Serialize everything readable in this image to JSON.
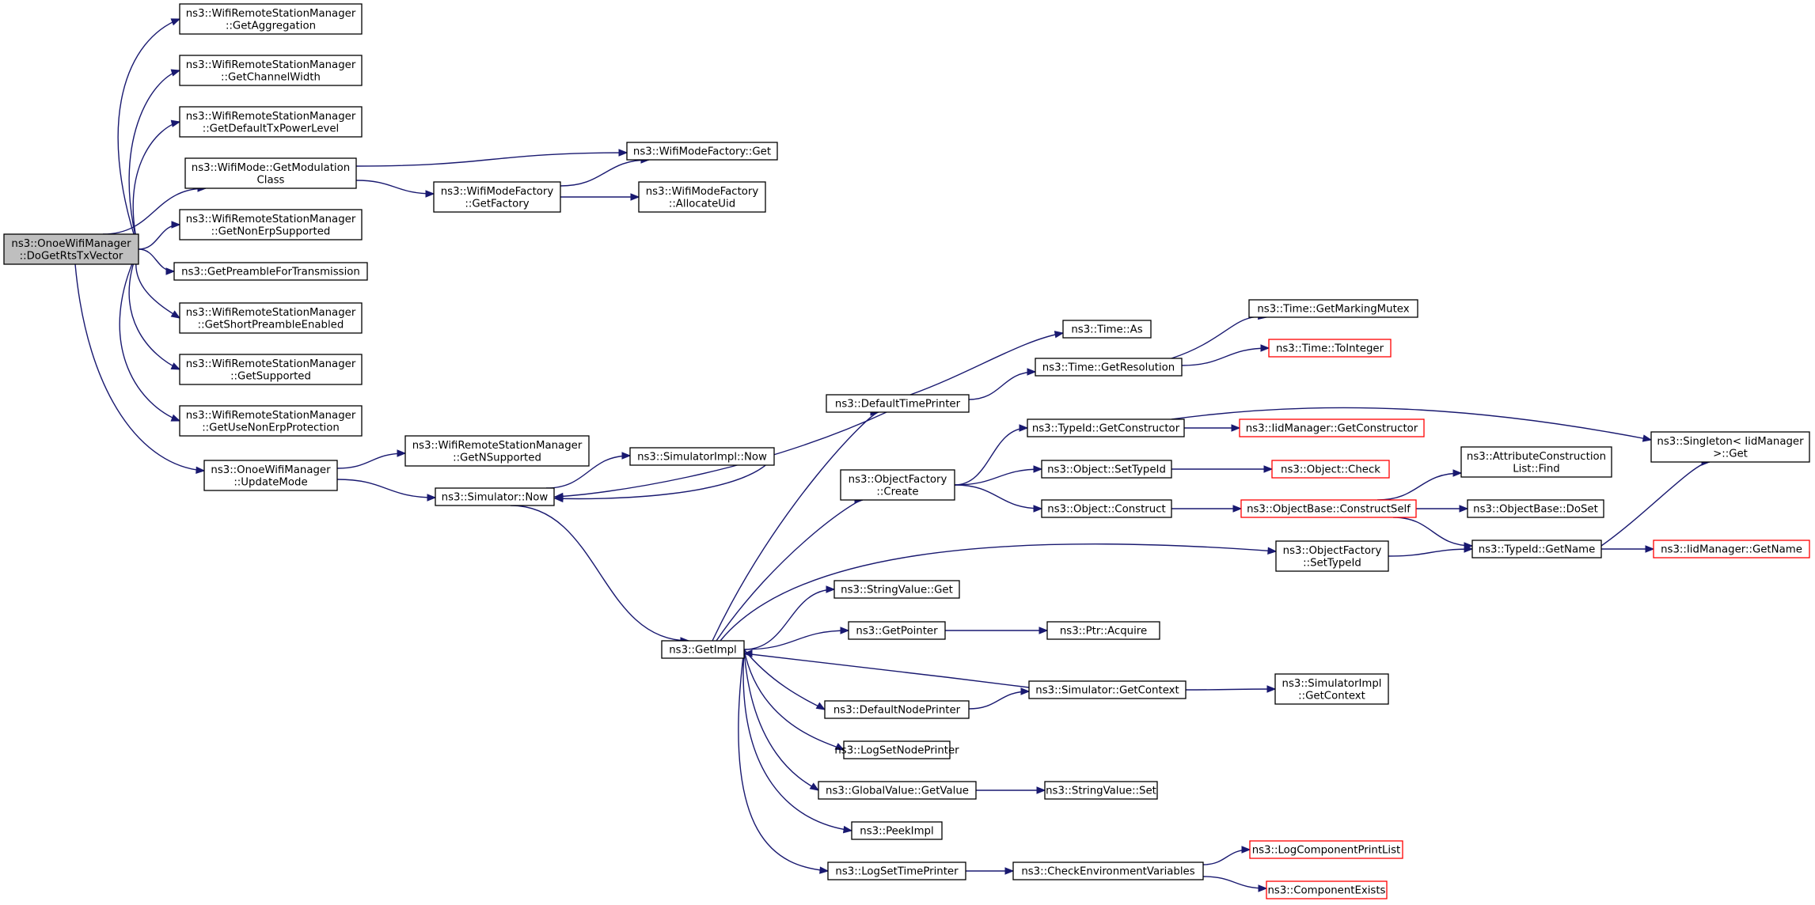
{
  "graph": {
    "root": "n0",
    "nodes": {
      "n0": {
        "lines": [
          "ns3::OnoeWifiManager",
          "::DoGetRtsTxVector"
        ]
      },
      "n1": {
        "lines": [
          "ns3::WifiRemoteStationManager",
          "::GetAggregation"
        ]
      },
      "n2": {
        "lines": [
          "ns3::WifiRemoteStationManager",
          "::GetChannelWidth"
        ]
      },
      "n3": {
        "lines": [
          "ns3::WifiRemoteStationManager",
          "::GetDefaultTxPowerLevel"
        ]
      },
      "n4": {
        "lines": [
          "ns3::WifiMode::GetModulation",
          "Class"
        ]
      },
      "n5": {
        "lines": [
          "ns3::WifiRemoteStationManager",
          "::GetNonErpSupported"
        ]
      },
      "n6": {
        "lines": [
          "ns3::GetPreambleForTransmission"
        ]
      },
      "n7": {
        "lines": [
          "ns3::WifiRemoteStationManager",
          "::GetShortPreambleEnabled"
        ]
      },
      "n8": {
        "lines": [
          "ns3::WifiRemoteStationManager",
          "::GetSupported"
        ]
      },
      "n9": {
        "lines": [
          "ns3::WifiRemoteStationManager",
          "::GetUseNonErpProtection"
        ]
      },
      "n10": {
        "lines": [
          "ns3::OnoeWifiManager",
          "::UpdateMode"
        ]
      },
      "n11": {
        "lines": [
          "ns3::WifiModeFactory::Get"
        ]
      },
      "n12": {
        "lines": [
          "ns3::WifiModeFactory",
          "::GetFactory"
        ]
      },
      "n13": {
        "lines": [
          "ns3::WifiModeFactory",
          "::AllocateUid"
        ]
      },
      "n14": {
        "lines": [
          "ns3::WifiRemoteStationManager",
          "::GetNSupported"
        ]
      },
      "n15": {
        "lines": [
          "ns3::Simulator::Now"
        ]
      },
      "n16": {
        "lines": [
          "ns3::SimulatorImpl::Now"
        ]
      },
      "n17": {
        "lines": [
          "ns3::GetImpl"
        ]
      },
      "n18": {
        "lines": [
          "ns3::DefaultTimePrinter"
        ]
      },
      "n19": {
        "lines": [
          "ns3::Time::As"
        ]
      },
      "n20": {
        "lines": [
          "ns3::Time::GetResolution"
        ]
      },
      "n21": {
        "lines": [
          "ns3::Time::GetMarkingMutex"
        ]
      },
      "n22": {
        "lines": [
          "ns3::Time::ToInteger"
        ]
      },
      "n23": {
        "lines": [
          "ns3::ObjectFactory",
          "::Create"
        ]
      },
      "n24": {
        "lines": [
          "ns3::TypeId::GetConstructor"
        ]
      },
      "n25": {
        "lines": [
          "ns3::IidManager::GetConstructor"
        ]
      },
      "n26": {
        "lines": [
          "ns3::Singleton< IidManager",
          " >::Get"
        ]
      },
      "n27": {
        "lines": [
          "ns3::Object::SetTypeId"
        ]
      },
      "n28": {
        "lines": [
          "ns3::Object::Check"
        ]
      },
      "n29": {
        "lines": [
          "ns3::Object::Construct"
        ]
      },
      "n30": {
        "lines": [
          "ns3::ObjectBase::ConstructSelf"
        ]
      },
      "n31": {
        "lines": [
          "ns3::AttributeConstruction",
          "List::Find"
        ]
      },
      "n32": {
        "lines": [
          "ns3::ObjectBase::DoSet"
        ]
      },
      "n33": {
        "lines": [
          "ns3::TypeId::GetName"
        ]
      },
      "n34": {
        "lines": [
          "ns3::IidManager::GetName"
        ]
      },
      "n35": {
        "lines": [
          "ns3::ObjectFactory",
          "::SetTypeId"
        ]
      },
      "n36": {
        "lines": [
          "ns3::StringValue::Get"
        ]
      },
      "n37": {
        "lines": [
          "ns3::GetPointer"
        ]
      },
      "n38": {
        "lines": [
          "ns3::Ptr::Acquire"
        ]
      },
      "n39": {
        "lines": [
          "ns3::Simulator::GetContext"
        ]
      },
      "n40": {
        "lines": [
          "ns3::SimulatorImpl",
          "::GetContext"
        ]
      },
      "n41": {
        "lines": [
          "ns3::DefaultNodePrinter"
        ]
      },
      "n42": {
        "lines": [
          "ns3::LogSetNodePrinter"
        ]
      },
      "n43": {
        "lines": [
          "ns3::GlobalValue::GetValue"
        ]
      },
      "n44": {
        "lines": [
          "ns3::StringValue::Set"
        ]
      },
      "n45": {
        "lines": [
          "ns3::PeekImpl"
        ]
      },
      "n46": {
        "lines": [
          "ns3::LogSetTimePrinter"
        ]
      },
      "n47": {
        "lines": [
          "ns3::CheckEnvironmentVariables"
        ]
      },
      "n48": {
        "lines": [
          "ns3::LogComponentPrintList"
        ]
      },
      "n49": {
        "lines": [
          "ns3::ComponentExists"
        ]
      }
    },
    "truncated": [
      "n22",
      "n25",
      "n28",
      "n30",
      "n34",
      "n48",
      "n49"
    ],
    "edges": [
      [
        "n0",
        "n1"
      ],
      [
        "n0",
        "n2"
      ],
      [
        "n0",
        "n3"
      ],
      [
        "n0",
        "n4"
      ],
      [
        "n0",
        "n5"
      ],
      [
        "n0",
        "n6"
      ],
      [
        "n0",
        "n7"
      ],
      [
        "n0",
        "n8"
      ],
      [
        "n0",
        "n9"
      ],
      [
        "n0",
        "n10"
      ],
      [
        "n4",
        "n11"
      ],
      [
        "n4",
        "n12"
      ],
      [
        "n12",
        "n11"
      ],
      [
        "n12",
        "n13"
      ],
      [
        "n10",
        "n14"
      ],
      [
        "n10",
        "n15"
      ],
      [
        "n15",
        "n16"
      ],
      [
        "n16",
        "n15"
      ],
      [
        "n15",
        "n17"
      ],
      [
        "n17",
        "n18"
      ],
      [
        "n18",
        "n15"
      ],
      [
        "n18",
        "n19"
      ],
      [
        "n18",
        "n20"
      ],
      [
        "n20",
        "n21"
      ],
      [
        "n20",
        "n22"
      ],
      [
        "n17",
        "n23"
      ],
      [
        "n23",
        "n24"
      ],
      [
        "n24",
        "n25"
      ],
      [
        "n24",
        "n26"
      ],
      [
        "n23",
        "n27"
      ],
      [
        "n27",
        "n28"
      ],
      [
        "n23",
        "n29"
      ],
      [
        "n29",
        "n30"
      ],
      [
        "n30",
        "n31"
      ],
      [
        "n30",
        "n32"
      ],
      [
        "n30",
        "n33"
      ],
      [
        "n33",
        "n26"
      ],
      [
        "n33",
        "n34"
      ],
      [
        "n17",
        "n35"
      ],
      [
        "n35",
        "n33"
      ],
      [
        "n17",
        "n36"
      ],
      [
        "n17",
        "n37"
      ],
      [
        "n37",
        "n38"
      ],
      [
        "n39",
        "n17"
      ],
      [
        "n39",
        "n40"
      ],
      [
        "n17",
        "n41"
      ],
      [
        "n41",
        "n39"
      ],
      [
        "n17",
        "n42"
      ],
      [
        "n17",
        "n43"
      ],
      [
        "n43",
        "n44"
      ],
      [
        "n17",
        "n45"
      ],
      [
        "n17",
        "n46"
      ],
      [
        "n46",
        "n47"
      ],
      [
        "n47",
        "n48"
      ],
      [
        "n47",
        "n49"
      ]
    ]
  },
  "colors": {
    "edge": "#191970",
    "root_fill": "#bfbfbf",
    "node_border": "#000000",
    "truncated_border": "#ff0000",
    "background": "#ffffff"
  }
}
